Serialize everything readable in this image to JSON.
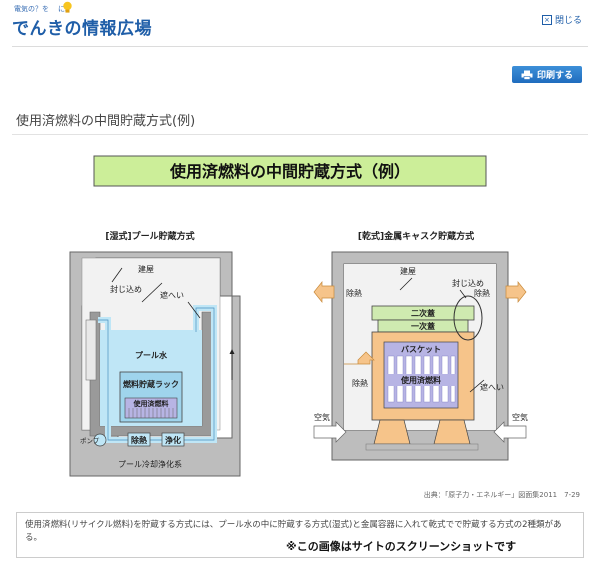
{
  "header": {
    "tagline": "電気の？を",
    "tagline_suffix": "に。",
    "logo": "でんきの情報広場",
    "close_label": "閉じる"
  },
  "toolbar": {
    "print_label": "印刷する"
  },
  "page": {
    "title": "使用済燃料の中間貯蔵方式(例)"
  },
  "figure": {
    "banner": "使用済燃料の中間貯蔵方式（例）",
    "wet": {
      "title": "[湿式]プール貯蔵方式",
      "building": "建屋",
      "seal": "封じ込め",
      "shield": "遮へい",
      "pool_water": "プール水",
      "rack": "燃料貯蔵ラック",
      "spent_fuel": "使用済燃料",
      "pump": "ポンプ",
      "heat_removal": "除熱",
      "purification": "浄化",
      "cooling_system": "プール冷却浄化系"
    },
    "dry": {
      "title": "[乾式]金属キャスク貯蔵方式",
      "building": "建屋",
      "seal": "封じ込め",
      "secondary_lid": "二次蓋",
      "primary_lid": "一次蓋",
      "basket": "バスケット",
      "spent_fuel": "使用済燃料",
      "shield": "遮へい",
      "heat_removal_left": "除熱",
      "heat_removal_right": "除熱",
      "heat_removal_mid": "除熱",
      "air_left": "空気",
      "air_right": "空気"
    },
    "source": "出典：「原子力・エネルギー」図面集2011　7-29"
  },
  "note": {
    "text": "使用済燃料(リサイクル燃料)を貯蔵する方式には、プール水の中に貯蔵する方式(湿式)と金属容器に入れて乾式でで貯蔵する方式の2種類がある。"
  },
  "overlay": {
    "text": "※この画像はサイトのスクリーンショットです"
  },
  "colors": {
    "brand": "#1f5ea8",
    "print_button": "#2a7ccb",
    "banner_fill": "#ccee99",
    "pool_water": "#bfe6f6",
    "cask_orange": "#f6c48a",
    "lid_green": "#cfeab0",
    "fuel_purple": "#b7b4e4",
    "building_gray": "#bdbdbd"
  }
}
